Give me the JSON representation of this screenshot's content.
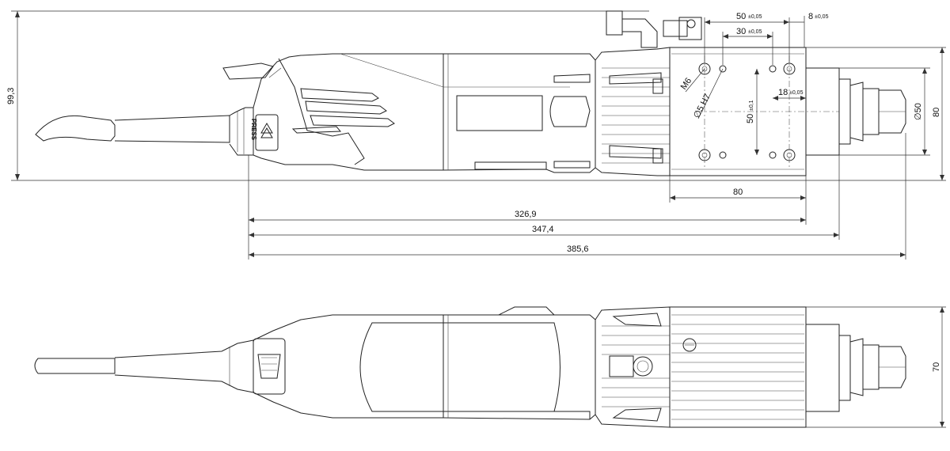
{
  "dimensions": {
    "height_overall": "99,3",
    "housing_height": "80",
    "housing_width": "80",
    "length_a": "326,9",
    "length_b": "347,4",
    "length_c": "385,6",
    "spacing_50": "50",
    "spacing_50_tol": "±0,05",
    "spacing_30": "30",
    "spacing_30_tol": "±0,05",
    "spacing_8": "8",
    "spacing_8_tol": "±0,05",
    "spacing_18": "18",
    "spacing_18_tol": "±0,05",
    "vertical_50": "50",
    "vertical_50_tol": "±0,1",
    "thread": "M6",
    "pin_hole": "∅5 H7",
    "collar_diameter": "∅50",
    "top_view_width": "70"
  },
  "labels": {
    "press": "PRESS"
  }
}
